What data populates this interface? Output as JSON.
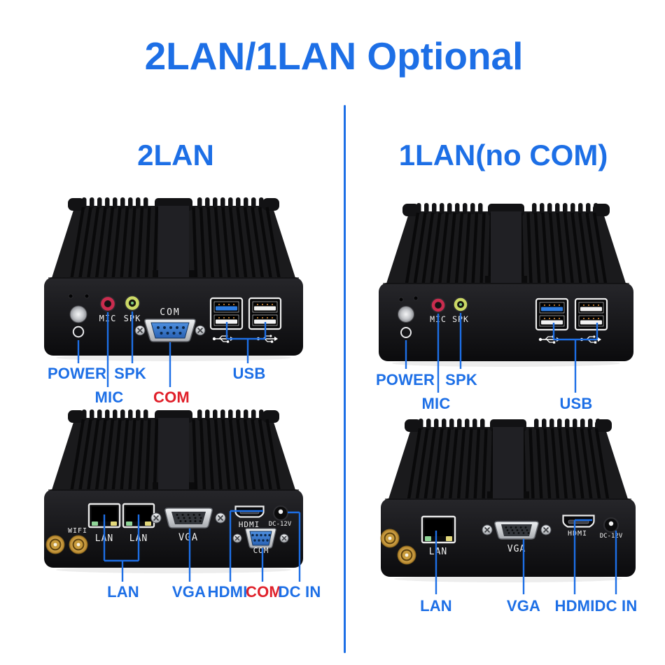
{
  "colors": {
    "accent": "#1d6fe6",
    "red": "#e0202a"
  },
  "title": "2LAN/1LAN Optional",
  "columns": {
    "left": {
      "heading": "2LAN",
      "front": {
        "ports": {
          "mic": "MIC",
          "spk": "SPK",
          "com": "COM"
        },
        "callouts": {
          "power": "POWER",
          "spk": "SPK",
          "usb": "USB",
          "mic": "MIC",
          "com": "COM"
        }
      },
      "rear": {
        "ports": {
          "wifi": "WIFI",
          "lan1": "LAN",
          "lan2": "LAN",
          "vga": "VGA",
          "hdmi": "HDMI",
          "dc": "DC-12V",
          "com": "COM"
        },
        "callouts": {
          "lan": "LAN",
          "vga": "VGA",
          "hdmi": "HDMI",
          "com": "COM",
          "dcin": "DC IN"
        }
      }
    },
    "right": {
      "heading": "1LAN(no COM)",
      "front": {
        "ports": {
          "mic": "MIC",
          "spk": "SPK"
        },
        "callouts": {
          "power": "POWER",
          "spk": "SPK",
          "mic": "MIC",
          "usb": "USB"
        }
      },
      "rear": {
        "ports": {
          "lan": "LAN",
          "vga": "VGA",
          "hdmi": "HDMI",
          "dc": "DC-12V"
        },
        "callouts": {
          "lan": "LAN",
          "vga": "VGA",
          "hdmi": "HDMI",
          "dcin": "DC IN"
        }
      }
    }
  }
}
